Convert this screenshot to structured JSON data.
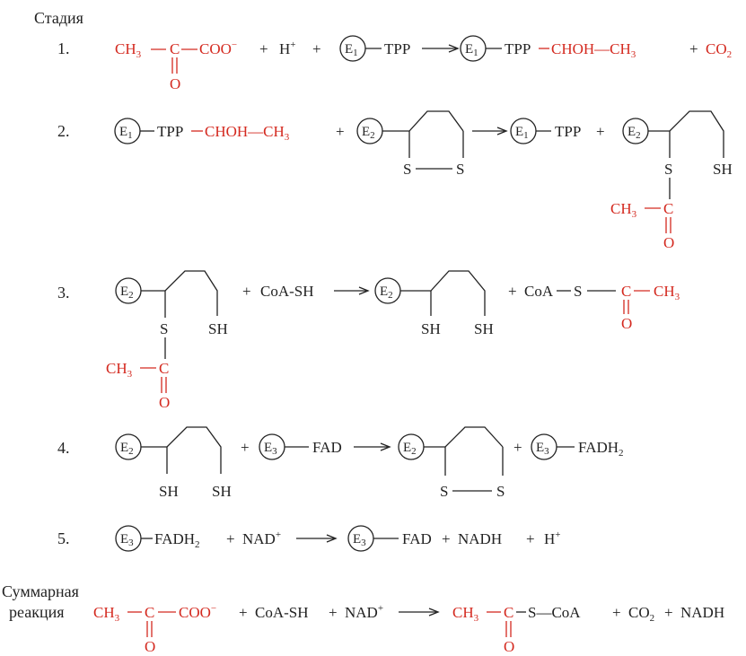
{
  "header": {
    "stage_label": "Стадия"
  },
  "stages": [
    {
      "num": "1.",
      "reactant_tpp": "TPP",
      "h_plus": "H",
      "sup_plus": "+",
      "product_tpp": "TPP",
      "product_red": "CHOH—CH",
      "sub3": "3",
      "co2": "CO",
      "sub2": "2",
      "coo": "COO",
      "sup_minus": "−"
    },
    {
      "num": "2.",
      "tpp1": "TPP",
      "red1": "CHOH—CH",
      "sub3": "3",
      "tpp2": "TPP",
      "s": "S",
      "sh": "SH",
      "ch3": "CH",
      "c": "C",
      "o": "O"
    },
    {
      "num": "3.",
      "coash": "CoA-SH",
      "coa": "CoA",
      "s": "S",
      "sh": "SH",
      "ch3": "CH",
      "sub3": "3",
      "c": "C",
      "o": "O"
    },
    {
      "num": "4.",
      "fad": "FAD",
      "fadh": "FADH",
      "sub2": "2",
      "s": "S",
      "sh": "SH"
    },
    {
      "num": "5.",
      "fadh": "FADH",
      "sub2": "2",
      "nad": "NAD",
      "sup_plus": "+",
      "fad": "FAD",
      "nadh": "NADH",
      "h": "H"
    }
  ],
  "summary": {
    "label_line1": "Суммарная",
    "label_line2": "реакция",
    "ch3": "CH",
    "sub3": "3",
    "c": "C",
    "coo": "COO",
    "sup_minus": "−",
    "o": "O",
    "coash": "CoA-SH",
    "nad": "NAD",
    "sup_plus": "+",
    "s_coa": "S—CoA",
    "co2": "CO",
    "sub2": "2",
    "nadh": "NADH"
  },
  "enzymes": {
    "e1": "E",
    "e2": "E",
    "e3": "E",
    "i1": "1",
    "i2": "2",
    "i3": "3"
  },
  "operators": {
    "plus": "+"
  },
  "colors": {
    "ink": "#222222",
    "highlight": "#d42a20"
  }
}
